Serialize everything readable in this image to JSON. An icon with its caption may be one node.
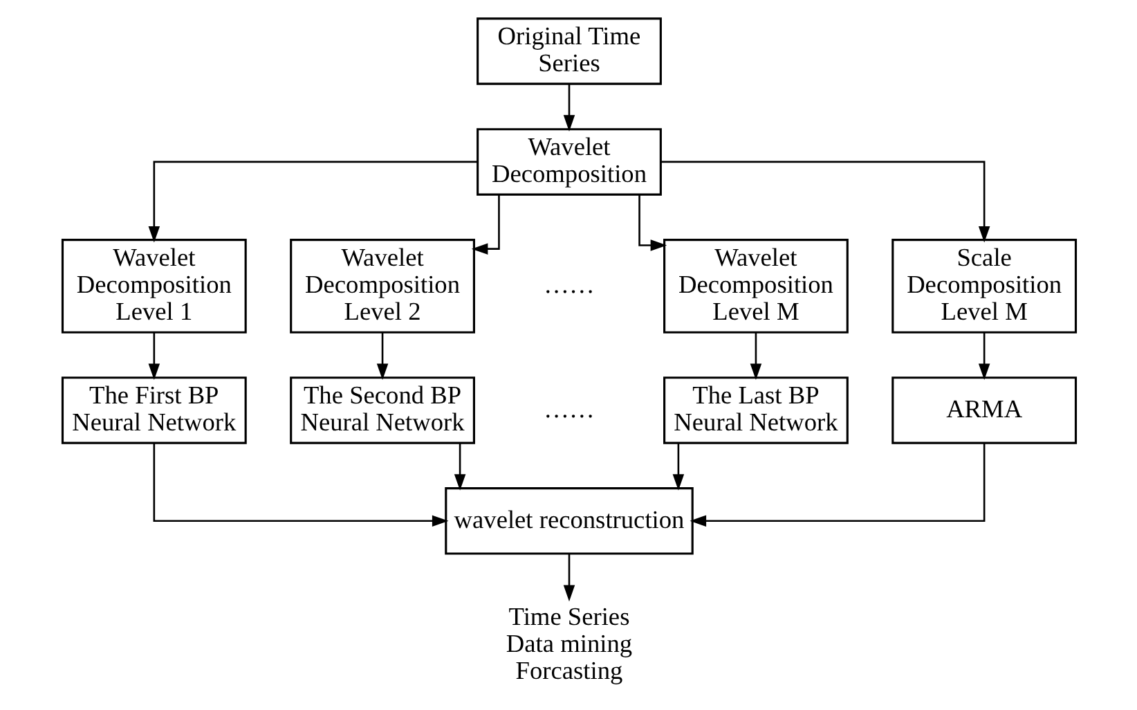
{
  "diagram": {
    "nodes": [
      {
        "text": [
          "Original Time Series"
        ]
      },
      {
        "text": [
          "Wavelet Decomposition"
        ]
      },
      {
        "text": [
          "Wavelet Decomposition Level 1"
        ]
      },
      {
        "text": [
          "Wavelet Decomposition Level 2"
        ]
      },
      {
        "text": [
          "Wavelet Decomposition Level M"
        ]
      },
      {
        "text": [
          "Scale Decomposition Level M"
        ]
      },
      {
        "text": [
          "The First BP Neural Network"
        ]
      },
      {
        "text": [
          "The Second BP Neural Network"
        ]
      },
      {
        "text": [
          "The Last BP Neural Network"
        ]
      },
      {
        "text": [
          "ARMA"
        ]
      },
      {
        "text": [
          "wavelet reconstruction"
        ]
      },
      {
        "text": [
          "Time Series Data mining Forcasting"
        ]
      }
    ],
    "edges": [
      {
        "from": 0,
        "to": 1,
        "arrow": "to"
      },
      {
        "from": 1,
        "to": 2,
        "arrow": "to"
      },
      {
        "from": 1,
        "to": 3,
        "arrow": "to"
      },
      {
        "from": 1,
        "to": 4,
        "arrow": "to"
      },
      {
        "from": 1,
        "to": 5,
        "arrow": "to"
      },
      {
        "from": 2,
        "to": 6,
        "arrow": "to"
      },
      {
        "from": 3,
        "to": 7,
        "arrow": "to"
      },
      {
        "from": 4,
        "to": 8,
        "arrow": "to"
      },
      {
        "from": 5,
        "to": 9,
        "arrow": "to"
      },
      {
        "from": 6,
        "to": 10,
        "arrow": "to"
      },
      {
        "from": 7,
        "to": 10,
        "arrow": "to"
      },
      {
        "from": 8,
        "to": 10,
        "arrow": "to"
      },
      {
        "from": 9,
        "to": 10,
        "arrow": "to"
      },
      {
        "from": 10,
        "to": 11,
        "arrow": "to"
      }
    ],
    "labels": [
      "……",
      "……"
    ]
  }
}
